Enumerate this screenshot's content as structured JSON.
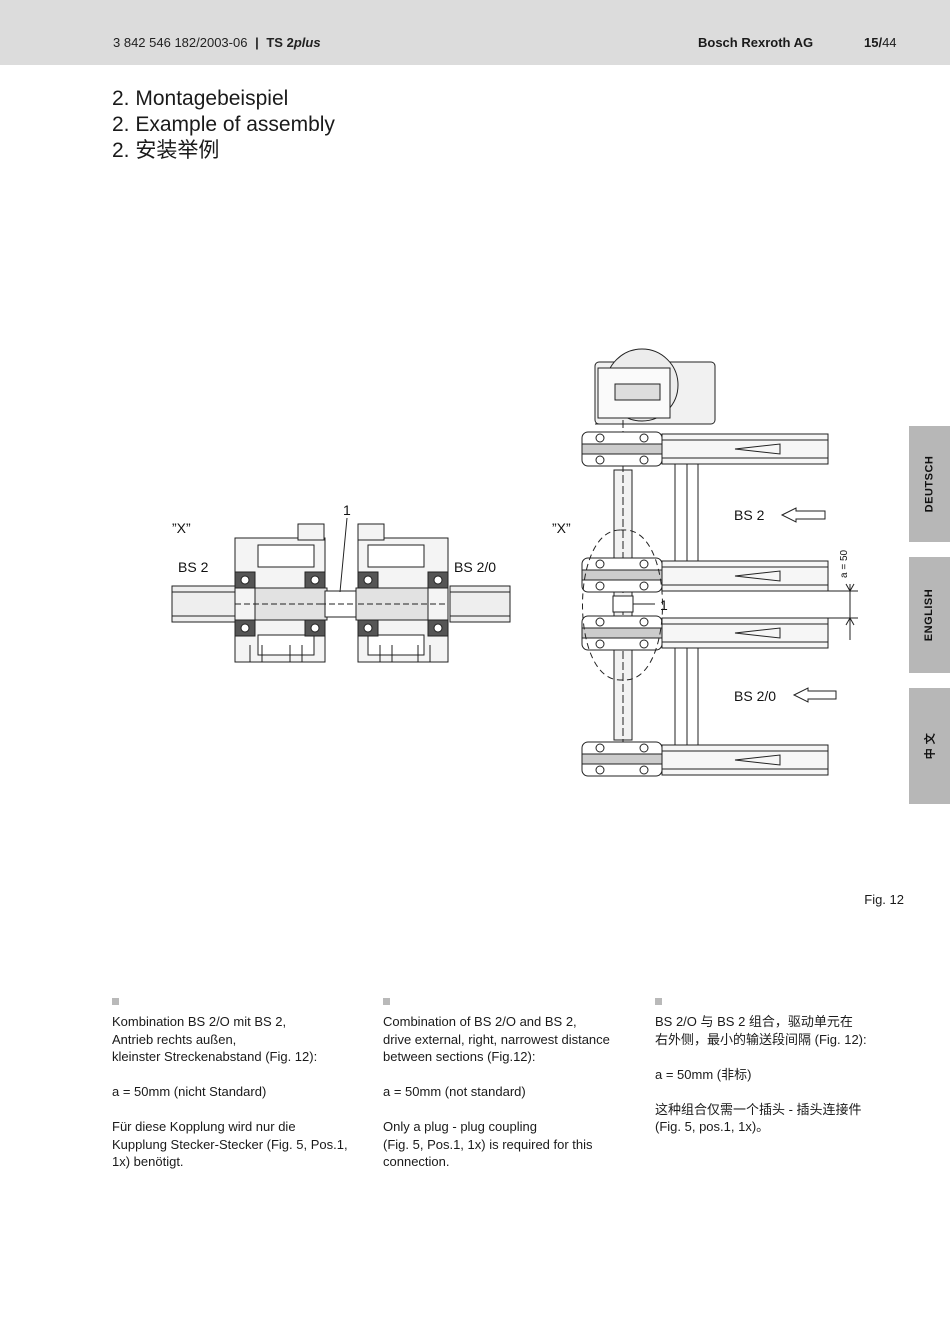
{
  "header": {
    "doc_number": "3 842 546 182/2003-06",
    "separator": "|",
    "product_prefix": "TS 2",
    "product_suffix": "plus",
    "company": "Bosch Rexroth AG",
    "page_current": "15/",
    "page_total": "44"
  },
  "titles": {
    "de": "2. Montagebeispiel",
    "en": "2. Example of assembly",
    "zh": "2. 安装举例"
  },
  "side_tabs": {
    "de": "DEUTSCH",
    "en": "ENGLISH",
    "zh": "中 文"
  },
  "figure": {
    "left_view_label": "”X”",
    "right_view_label": "”X”",
    "left_bs2": "BS 2",
    "left_bs20": "BS 2/0",
    "pos1_left": "1",
    "right_bs2": "BS 2",
    "right_bs20": "BS 2/0",
    "pos1_right": "1",
    "dimension": "a = 50",
    "caption": "Fig. 12"
  },
  "columns": {
    "de": {
      "p1_l1": "Kombination BS 2/O mit BS 2,",
      "p1_l2": "Antrieb rechts außen,",
      "p1_l3": "kleinster Streckenabstand (Fig. 12):",
      "p2": "a = 50mm (nicht Standard)",
      "p3_l1": "Für diese Kopplung wird nur die",
      "p3_l2": "Kupplung Stecker-Stecker (Fig. 5, Pos.1,",
      "p3_l3": "1x) benötigt."
    },
    "en": {
      "p1_l1": "Combination of BS 2/O and BS 2,",
      "p1_l2": "drive external, right, narrowest distance",
      "p1_l3": "between sections (Fig.12):",
      "p2": "a = 50mm (not standard)",
      "p3_l1": "Only a plug - plug coupling",
      "p3_l2": "(Fig. 5, Pos.1, 1x) is required for this",
      "p3_l3": "connection."
    },
    "zh": {
      "p1_l1": "BS 2/O 与 BS 2 组合，驱动单元在",
      "p1_l2": "右外侧，最小的输送段间隔 (Fig. 12):",
      "p2": "a = 50mm (非标)",
      "p3_l1": "这种组合仅需一个插头 - 插头连接件",
      "p3_l2": "(Fig. 5, pos.1, 1x)。"
    }
  }
}
